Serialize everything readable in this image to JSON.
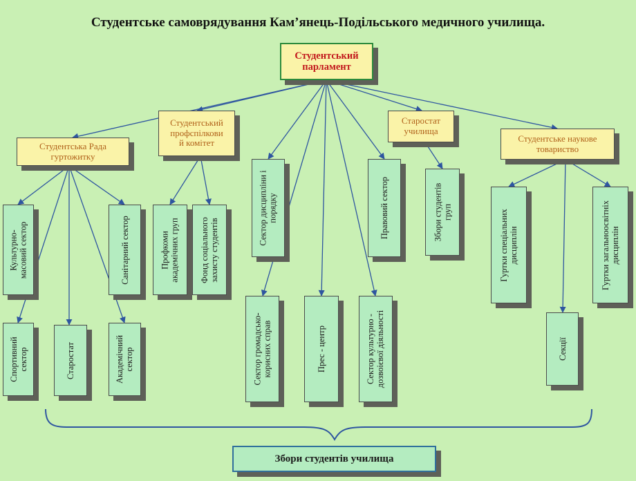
{
  "title": "Студентське самоврядування Кам’янець-Подільського медичного училища.",
  "nodes": {
    "parliament": [
      "Студентський",
      "парламент"
    ],
    "dorm_council": [
      "Студентська Рада",
      "гуртожитку"
    ],
    "union_committee": [
      "Студентський",
      "профспілкови",
      "й комітет"
    ],
    "headmen": [
      "Старостат",
      "училища"
    ],
    "science_society": [
      "Студентське наукове",
      "товариство"
    ],
    "culture_sector": [
      "Культурно-",
      "масовий сектор"
    ],
    "sanitary_sector": [
      "Санітарний сектор"
    ],
    "sports_sector": [
      "Спортивний",
      "сектор"
    ],
    "starostat": [
      "Старостат"
    ],
    "academic_sector": [
      "Академічний",
      "сектор"
    ],
    "group_unions": [
      "Профкоми",
      "академічних груп"
    ],
    "social_fund": [
      "Фонд соціального",
      "захисту студентів"
    ],
    "discipline_sector": [
      "Сектор дисципліни і",
      "порядку"
    ],
    "public_works_sector": [
      "Сектор громадсько-",
      "корисних справ"
    ],
    "press_center": [
      "Прес - центр"
    ],
    "leisure_sector": [
      "Сектор культурно -",
      "дозвоієвої діяльності"
    ],
    "legal_sector": [
      "Правовий сектор"
    ],
    "group_meetings": [
      "Збори студентів",
      "груп"
    ],
    "special_circles": [
      "Гуртки спеціальних",
      "дисциплін"
    ],
    "sections": [
      "Секції"
    ],
    "general_circles": [
      "Гуртки загальноосвітніх",
      "дисциплін"
    ],
    "student_assembly": [
      "Збори студентів училища"
    ]
  },
  "colors": {
    "background": "#c9f0b4",
    "yellow_box": "#faf3a8",
    "green_box": "#b4ecc0",
    "root_text": "#c2171c",
    "branch_text": "#b0611a",
    "arrow": "#2e55a0",
    "shadow": "#5e6058"
  }
}
